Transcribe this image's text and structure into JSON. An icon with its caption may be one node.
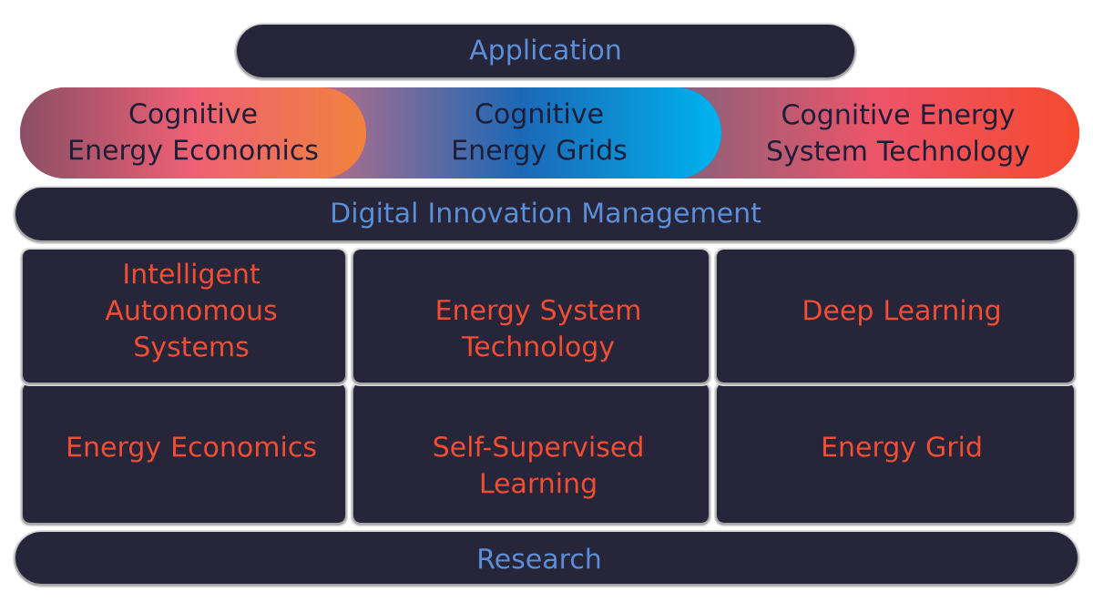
{
  "diagram": {
    "nodes": [
      {
        "text": [
          "Application"
        ]
      },
      {
        "text": [
          "Cognitive Energy Economics"
        ]
      },
      {
        "text": [
          "Cognitive Energy Grids"
        ]
      },
      {
        "text": [
          "Cognitive Energy System Technology"
        ]
      },
      {
        "text": [
          "Digital Innovation Management"
        ]
      },
      {
        "text": [
          "Intelligent Autonomous Systems"
        ]
      },
      {
        "text": [
          "Energy System Technology"
        ]
      },
      {
        "text": [
          "Deep Learning"
        ]
      },
      {
        "text": [
          "Energy Economics"
        ]
      },
      {
        "text": [
          "Self-Supervised Learning"
        ]
      },
      {
        "text": [
          "Energy Grid"
        ]
      },
      {
        "text": [
          "Research"
        ]
      }
    ]
  }
}
